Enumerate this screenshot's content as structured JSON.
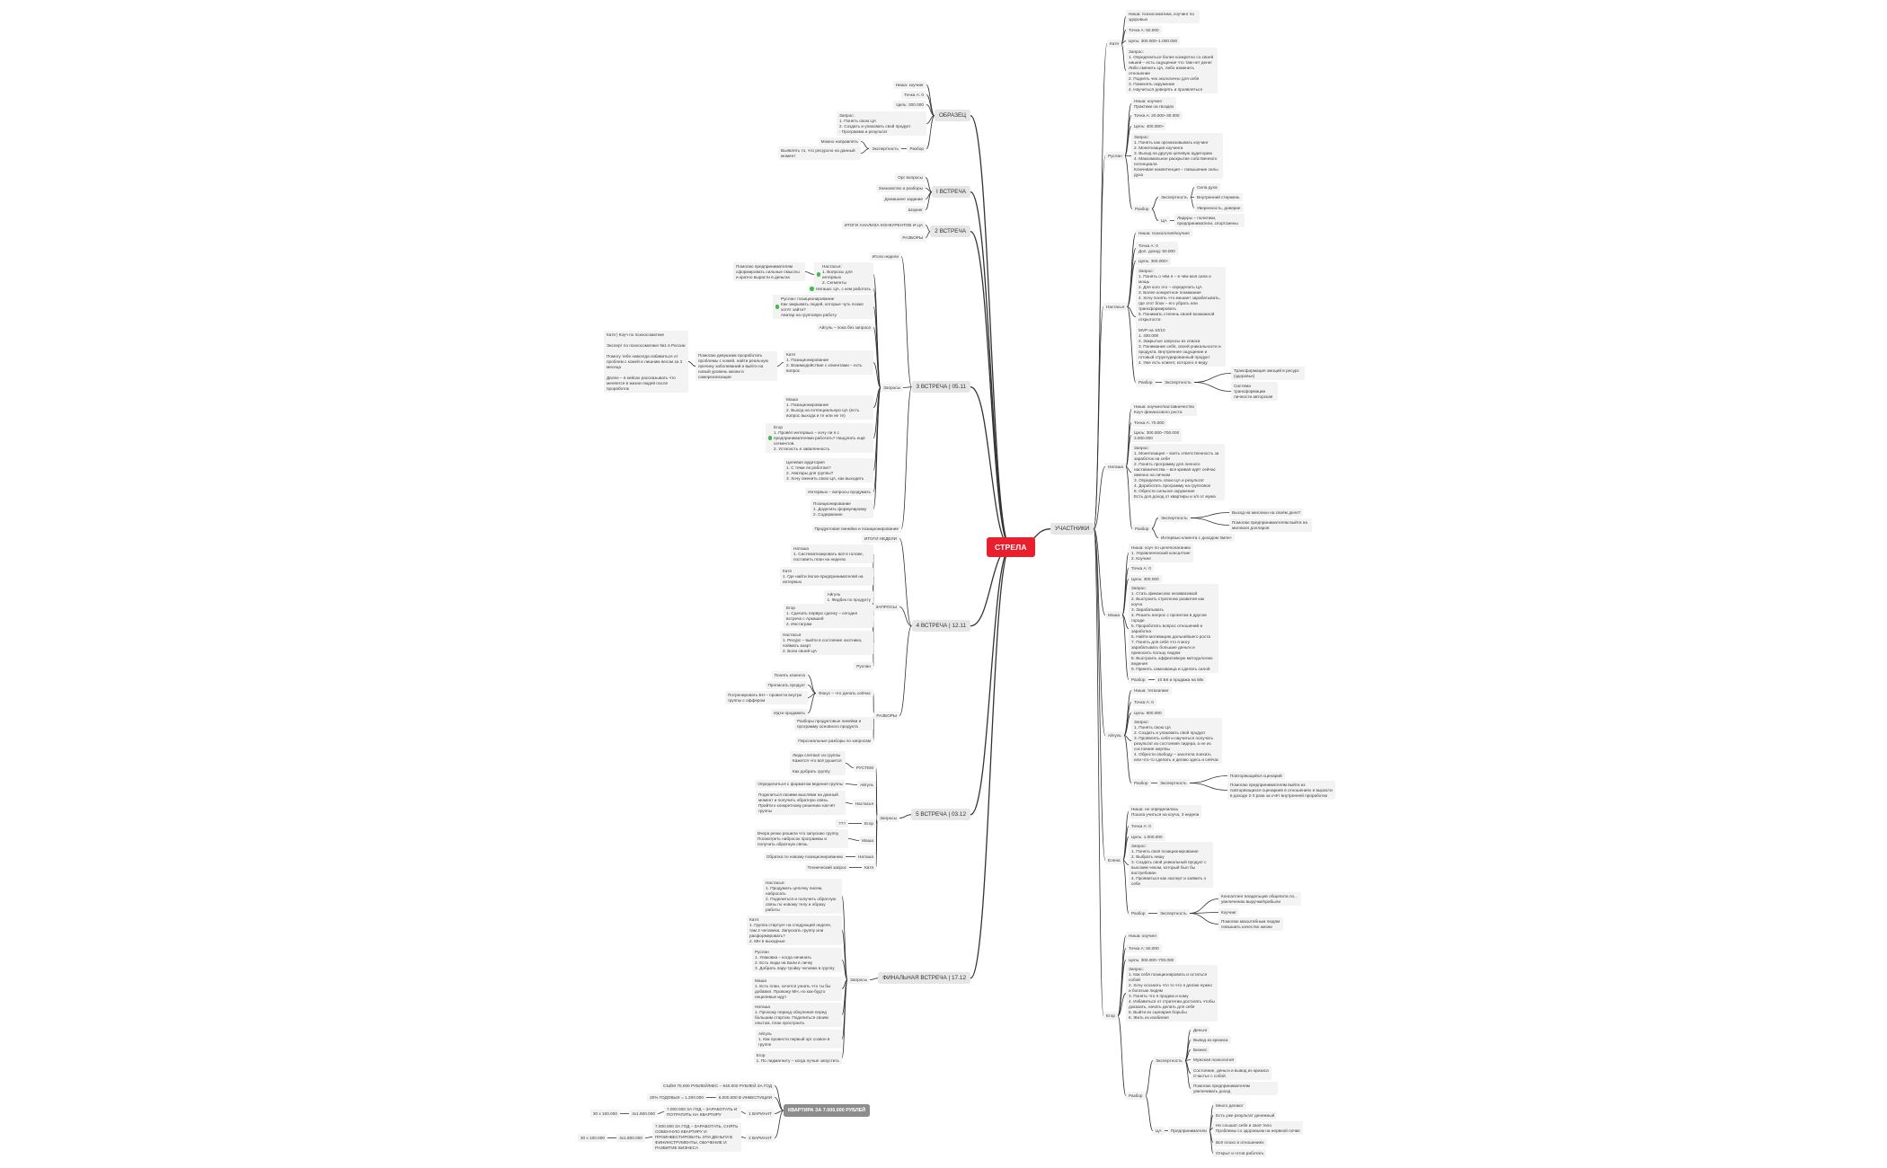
{
  "root": "СТРЕЛА",
  "colors": {
    "root": "#e8202e",
    "branch": "#e6e6e6",
    "leaf": "#f3f3f3",
    "flat": "#8d8d8d",
    "done_dot": "#3fbf4a"
  },
  "sample": {
    "title": "ОБРАЗЕЦ",
    "niche": "Ниша: коучинг",
    "point_a": "Точка А: 0",
    "goal": "Цель: 300.000",
    "request": "Запрос:\n1. Понять свою ЦА\n2. Создать и упаковать свой продукт\n- Программа и результат",
    "analysis": "Разбор",
    "expertise": "Экспертность",
    "exp1": "Можно направлять",
    "exp2": "Выявлять то, что ресурсно на данный момент"
  },
  "meeting1": {
    "title": "I ВСТРЕЧА",
    "items": [
      "Орг вопросы",
      "Знакомство и разборы",
      "Домашнее задание",
      "Шэринг"
    ]
  },
  "meeting2": {
    "title": "2 ВСТРЕЧА",
    "items": [
      "ИТОГИ АНАЛИЗА КОНКУРЕНТОВ И ЦА",
      "РАЗБОРЫ"
    ]
  },
  "meeting3": {
    "title": "3 ВСТРЕЧА | 05.11",
    "summary": "Итоги недели",
    "requests": "Запросы",
    "product": "Продуктовая линейка и позиционирование",
    "items": [
      "Настасья:\n1. Вопросы для интервью\n2. Сегменты",
      "Наташа: ЦА, с кем работать",
      "Руслан: позиционирование\nКак закрывать людей, которые чуть позже хотят зайти?\nАватар на групповую работу",
      "Айгуль – пока без запроса",
      "Катя\n1. Позиционирование\n2. Взаимодействие с клиентами – есть вопрос",
      "Маша\n1. Позиционирование\n2. Выход на потенциальную ЦА (есть вопрос выхода и те или не те)",
      "Егор\n1. Провёл интервью – хочу ли я с предпринимателями работать? Нащупать ещё сегментов.\n2. Усталость и заваленность",
      "Целевая аудитория\n1. С теми ли работаю?\n2. Аватары для группы?\n3. Хочу сменить свою ЦА, как выходить",
      "Интервью – вопросы продумать",
      "Позиционирование\n1. Доделать формулировку\n2. Содержание"
    ],
    "nastasya_note": "Помогаю предпринимателям сформировать сильные смыслы и кратно вырасти в деньгах",
    "katya_note": "Помогаю девушкам проработать проблемы с кожей, найти реальную причину заболеваний и выйти на новый уровень жизни в самореализации",
    "katya_profile": "Катя | Коуч по психосоматике\n\nЭксперт по психосоматике №1 в России\n\nПомогу тебе навсегда избавиться от проблем с кожей и лишним весом за 3 месяца\n\nДалее – в кейсах рассказывать что меняется в жизни людей после проработок"
  },
  "meeting4": {
    "title": "4 ВСТРЕЧА | 12.11",
    "summary": "ИТОГИ НЕДЕЛИ",
    "requests": "ЗАПРОСЫ",
    "items": [
      "Наташа\n1. Систематизировать всё в голове, поставить план на неделю",
      "Катя\n1. Где найти йогов-предпринимателей на интервью",
      "Айгуль\n1. Фидбек по продукту",
      "Егор\n1. Сделать первую сделку – сегодня встреча с Аркашей\n2. Инстаграм",
      "Настасья\n1. Ресурс – выйти в состояние охотника, поймать азарт\n2. Боли своей ЦА",
      "Руслан"
    ],
    "reviews": "РАЗБОРЫ",
    "focus": "Фокус – что делать сейчас",
    "focus_items": [
      "Понять клиента",
      "Прописать продукт",
      "Потренировать БН – провести внутри группы с оффером",
      "Идти продавать"
    ],
    "review_items": [
      "Разборы продуктовые линейки и программу основного продукта",
      "Персональные разборы по запросам"
    ]
  },
  "meeting5": {
    "title": "5 ВСТРЕЧА | 03.12",
    "requests": "Запросы",
    "items": [
      {
        "who": "РУСТЕМ",
        "text": "Люди слетают из группы\nКажется что всё рушится\n\nКак добрать группу"
      },
      {
        "who": "Айгуль",
        "text": "Определиться с форматом ведения группы"
      },
      {
        "who": "Настасья",
        "text": "Поделиться своими мыслями на данный момент и получить обратную связь. Прийти к конкретному решению насчёт группы"
      },
      {
        "who": "Егор",
        "text": "???"
      },
      {
        "who": "Маша",
        "text": "Вчера резко решила что запускаю группу. Посмотреть набросок программы и получить обратную связь."
      },
      {
        "who": "Наташа",
        "text": "Обратка по новому позиционированию"
      },
      {
        "who": "Катя",
        "text": "Технический запрос"
      }
    ]
  },
  "final": {
    "title": "ФИНАЛЬНАЯ ВСТРЕЧА | 17.12",
    "requests": "Запросы",
    "items": [
      "Настасья:\n1. Продумать цепочку писем, набросать\n2. Поделиться и получить обратную связь по новому телу и образу работы",
      "Катя:\n1. Группа стартует на следующей неделе, там 2 человека. Запускать группу или расформировать?\n2. МН в выходные",
      "Руслан\n1. Упаковка – когда начинать\n2. Есть люди на Бали в личку\n3. Добрать пару-тройку человек в группу",
      "Маша\n1. Есть план, хочется узнать что ты бы добавил. Провожу МН, но как-будто нецелевые идут",
      "Наташа\n1. Прохожу период обнуления перед большим стартом. Поделиться своим опытом, план простроить",
      "Айгуль\n1. Как провести первый орг созвон в группе",
      "Егор\n1. По лидмагниту – когда лучше запустить"
    ]
  },
  "flat": {
    "title": "КВАРТИРА ЗА 7.000.000 РУБЛЕЙ",
    "rent": "СЪЁМ 70.000 РУБЛЕЙ/МЕС – 840.000 РУБЛЕЙ ЗА ГОД",
    "invest_base": "6.000.000 В ИНВЕСТИЦИИ",
    "invest": "20% ГОДОВЫХ = 1.200.000",
    "variant1": {
      "label": "1 ВАРИАНТ",
      "text": "7.000.000 ЗА ГОД – ЗАРАБОТАТЬ И ПОТРАТИТЬ НА КВАРТИРУ",
      "calc": "4х1.800.000",
      "base": "30 x 100.000"
    },
    "variant2": {
      "label": "2 ВАРИАНТ",
      "text": "7.000.000 ЗА ГОД – ЗАРАБОТАТЬ, СНЯТЬ СОБЕННУЮ КВАРТИРУ И ПРОИНВЕСТИРОВАТЬ ЭТИ ДЕНЬГИ В ФИНИНСТРУМЕНТЫ, ОБУЧЕНИЕ И РАЗВИТИЕ БИЗНЕСА",
      "calc": "4х1.800.000",
      "base": "30 x 100.000"
    }
  },
  "participants": {
    "label": "УЧАСТНИКИ",
    "people": [
      {
        "name": "Катя",
        "niche": "Ниша: психосоматика, коучинг по здоровью",
        "point_a": "Точка А: 50.000",
        "goal": "Цель: 300.000–1.000.000",
        "request": "Запрос:\n1. Определиться более конкретно со своей нишей – есть ощущение что там нет денег\nЛибо сменить ЦА, либо изменить отношение\n2. Поднять чек экологично для себя\n3. Поменять окружение\n4. Научиться доверять и проявляться"
      },
      {
        "name": "Руслан",
        "niche": "Ниша: коучинг\nПрактики на гвоздях",
        "point_a": "Точка А: 20.000–30.000",
        "goal": "Цель: 400.000+",
        "request": "Запрос:\n1. Понять как организовывать коучинг\n2. Монетизация коучинга\n3. Выход на другую целевую аудиторию\n4. Максимальное раскрытие собственного потенциала\nКлючевая компетенция – повышение силы духа",
        "analysis": "Разбор",
        "expertise": "Экспертность",
        "exp": [
          "Сила духа",
          "Внутренний стержень",
          "Уверенность, доверие"
        ],
        "ca": "ЦА",
        "ca_item": "Лидеры – политики, предприниматели, спортсмены"
      },
      {
        "name": "Настасья",
        "niche": "Ниша: психология/коучинг",
        "point_a": "Точка А: 0\nДоп. доход: 50.000",
        "goal": "Цель: 300.000+",
        "request": "Запрос:\n1. Понять о чём я – в чём моя сила и мощь\n2. Для кого это – определить ЦА\n3. Более конкретное понимание\n4. Хочу понять что мешает зарабатывать, где этот блок – его убрать или трансформировать\n5. Понимать степень своей возможной открытости\n\nMVP на 10/10\n1. 400.000\n2. Закрытые запросы из списка\n3. Понимание себя, своей уникальности и продукта. Внутреннее ощущение и готовый структурированный продукт\n4. Уже есть клиент, которого я веду",
        "analysis": "Разбор",
        "expertise": "Экспертность",
        "exp": [
          "Трансформация эмоций в ресурс (здоровье)",
          "Система трансформации личности авторская"
        ]
      },
      {
        "name": "Наташа",
        "niche": "Ниша: коучинг/наставничество\nКоуч финансового роста",
        "point_a": "Точка А: 70.000",
        "goal": "Цель: 300.000–700.000\n3.000.000",
        "request": "Запрос:\n1. Монетизация – взять ответственность за заработок на себя\n2. Понять программу для личного наставничества – вся кривая идёт сейчас именно на личном\n3. Определить свою ЦА и результат\n4. Доработать программу на групповое\n5. Обрести сильное окружение\nЕсть доп.доход от квартиры и з/п от мужа",
        "analysis": "Разбор",
        "expertise": "Экспертность",
        "exp": [
          "Выход на миллион на своём деле?",
          "Помогаю предпринимателям выйти на миллион долларов"
        ],
        "interview": "Интервью клиента с доходом 3млн+"
      },
      {
        "name": "Маша",
        "niche": "Ниша: коуч по целеполаганию\n1. Управленческий консалтинг\n2. Коучинг",
        "point_a": "Точка А: 0",
        "goal": "Цель: 300.000",
        "request": "Запрос:\n1. Стать финансово независимой\n2. Выстроить стратегию развития как коуча\n3. Зарабатывать\n4. Решить вопрос с проектом в другом городе\n5. Проработать вопрос отношений и заработка\n6. Найти мотивацию дальнейшего роста\n7. Понять для себя что я могу зарабатывать большие деньги и приносить пользу людям\n8. Выстроить эффективную методологию ведения\n9. Принять самозванца и сделать силой",
        "analysis": "Разбор",
        "result": "10 БК и продажа на 50к"
      },
      {
        "name": "Айгуль",
        "niche": "Ниша: тетахилинг",
        "point_a": "Точка А: 0",
        "goal": "Цель: 900.000",
        "request": "Запрос:\n1. Понять свою ЦА\n2. Создать и упаковать свой продукт\n3. Проявлять себя и научиться получать результат из состояния лидера, а не из состояния жертвы\n4. Обрести свободу – захотела поехать или что-то сделать и делаю здесь и сейчас",
        "analysis": "Разбор",
        "expertise": "Экспертность",
        "exp": [
          "Повторяющийся сценарий",
          "Помогаю предпринимателям выйти из повторяющихся сценариев в отношениях и вырасти в доходе 2-3 раза за счёт внутренней проработки"
        ]
      },
      {
        "name": "Елена",
        "niche": "Ниша: не определилась\nПошла учиться на коуча, 3 недели",
        "point_a": "Точка А: 0",
        "goal": "Цель: 1.000.000",
        "request": "Запрос:\n1. Понять своё позиционирование\n2. Выбрать нишу\n3. Создать свой уникальный продукт с высоким чеком, который был бы востребован\n4. Проявиться как эксперт и заявить о себе",
        "analysis": "Разбор",
        "expertise": "Экспертность",
        "exp": [
          "Консалтинг владельцев общепита по... увеличению выручки/прибыли",
          "Коучинг",
          "Помогаю масштабным людям повышать качество жизни"
        ]
      },
      {
        "name": "Егор",
        "niche": "Ниша: коучинг",
        "point_a": "Точка А: 50.000",
        "goal": "Цель: 300.000–700.000",
        "request": "Запрос:\n1. Как себя позиционировать и остаться собой\n2. Хочу осознать что то что я делаю нужно и богатым людям\n3. Понять что я продаю и кому\n4. Избавиться от стратегии достигать чтобы доказать, начать делать для себя\n5. Выйти из сценария борьбы\n6. Жить из изобилия",
        "analysis": "Разбор",
        "expertise": "Экспертность",
        "exp": [
          "Деньги",
          "Вывод из кризиса",
          "Бизнес",
          "Мужская психология",
          "Состояние, деньги и вывод из кризиса\nСчастье с собой",
          "Помогаю предпринимателям увеличивать доход"
        ],
        "ca": "ЦА",
        "ca_group": "Предприниматели",
        "ca_items": [
          "Много делают",
          "Есть уже результат денежный",
          "Не слышат себя и своё тело\nПроблемы со здоровьем на нервной почве",
          "Всё плохо в отношениях",
          "Открыт и готов работать"
        ]
      }
    ]
  }
}
